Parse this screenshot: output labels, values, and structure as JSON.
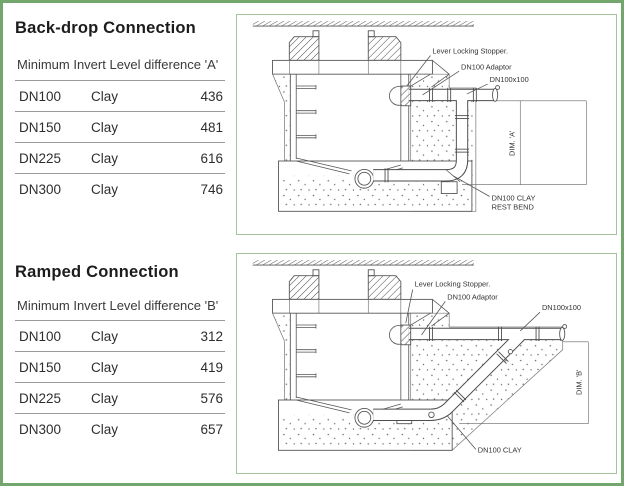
{
  "colors": {
    "page_border": "#73a66d",
    "panel_border": "#a3c49a"
  },
  "backdrop": {
    "title": "Back-drop Connection",
    "subtitle": "Minimum Invert Level difference 'A'",
    "rows": [
      {
        "dn": "DN100",
        "material": "Clay",
        "value": "436"
      },
      {
        "dn": "DN150",
        "material": "Clay",
        "value": "481"
      },
      {
        "dn": "DN225",
        "material": "Clay",
        "value": "616"
      },
      {
        "dn": "DN300",
        "material": "Clay",
        "value": "746"
      }
    ],
    "diagram": {
      "label_lever": "Lever Locking Stopper.",
      "label_adaptor": "DN100 Adaptor",
      "label_junction": "DN100x100",
      "label_dim": "DIM. 'A'",
      "label_restbend_1": "DN100 CLAY",
      "label_restbend_2": "REST BEND"
    }
  },
  "ramped": {
    "title": "Ramped Connection",
    "subtitle": "Minimum Invert Level difference 'B'",
    "rows": [
      {
        "dn": "DN100",
        "material": "Clay",
        "value": "312"
      },
      {
        "dn": "DN150",
        "material": "Clay",
        "value": "419"
      },
      {
        "dn": "DN225",
        "material": "Clay",
        "value": "576"
      },
      {
        "dn": "DN300",
        "material": "Clay",
        "value": "657"
      }
    ],
    "diagram": {
      "label_lever": "Lever Locking Stopper.",
      "label_adaptor": "DN100 Adaptor",
      "label_junction": "DN100x100",
      "label_dim": "DIM. 'B'",
      "label_clay": "DN100 CLAY"
    }
  }
}
